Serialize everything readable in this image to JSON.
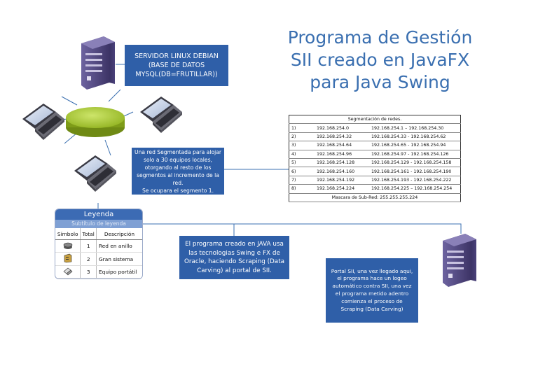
{
  "title": "Programa de Gestión\nSII creado en JavaFX\npara Java Swing",
  "server_box": "SERVIDOR LINUX DEBIAN (BASE DE DATOS MYSQL(DB=FRUTILLAR))",
  "segment_box": "Una red Segmentada para alojar solo a 30 equipos locales, otorgando al resto de los segmentos al incremento de la red.\nSe ocupara el segmento 1.",
  "java_box": "El programa creado en JAVA usa las tecnologias Swing e FX de Oracle, haciendo Scraping (Data Carving) al portal de SII.",
  "portal_box": "Portal SII, una vez llegado aqui, el programa hace un logeo automático contra SII, una vez el programa metido adentro comienza el proceso de Scraping (Data Carving)",
  "segment_table": {
    "title": "Segmentación de redes.",
    "rows": [
      {
        "n": "1)",
        "network": "192.168.254.0",
        "range": "192.168.254.1 – 192.168.254.30"
      },
      {
        "n": "2)",
        "network": "192.168.254.32",
        "range": "192.168.254.33 - 192.168.254.62"
      },
      {
        "n": "3)",
        "network": "192.168.254.64",
        "range": "192.168.254.65 - 192.168.254.94"
      },
      {
        "n": "4)",
        "network": "192.168.254.96",
        "range": "192.168.254.97 - 192.168.254.126"
      },
      {
        "n": "5)",
        "network": "192.168.254.128",
        "range": "192.168.254.129 - 192.168.254.158"
      },
      {
        "n": "6)",
        "network": "192.168.254.160",
        "range": "192.168.254.161 - 192.168.254.190"
      },
      {
        "n": "7)",
        "network": "192.168.254.192",
        "range": "192.168.254.193 - 192.168.254.222"
      },
      {
        "n": "8)",
        "network": "192.168.254.224",
        "range": "192.168.254.225 – 192.168.254.254"
      }
    ],
    "mask": "Mascara de Sub-Red: 255.255.255.224"
  },
  "legend": {
    "title": "Leyenda",
    "subtitle": "Subtítulo de leyenda",
    "headers": [
      "Símbolo",
      "Total",
      "Descripción"
    ],
    "rows": [
      {
        "icon": "hub-icon",
        "total": "1",
        "desc": "Red en anillo"
      },
      {
        "icon": "mainframe-icon",
        "total": "2",
        "desc": "Gran sistema"
      },
      {
        "icon": "laptop-icon",
        "total": "3",
        "desc": "Equipo portátil"
      }
    ]
  },
  "colors": {
    "title": "#3a6fb0",
    "box_fill": "#2f5fa8",
    "hub_fill": "#9cbf2a",
    "server_fill": "#5a4e86",
    "line": "#3a6fb0"
  }
}
